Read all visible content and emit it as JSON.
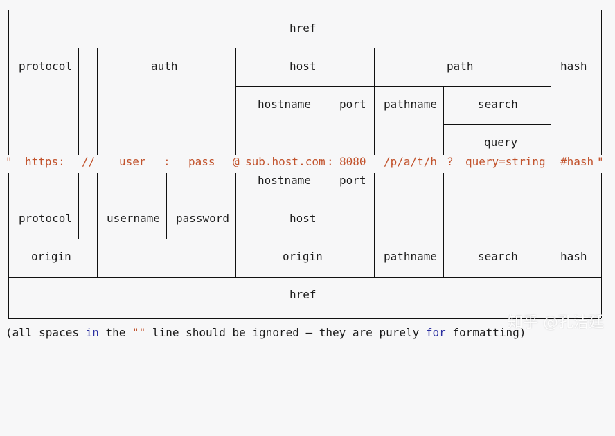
{
  "top": {
    "href": "href",
    "protocol": "protocol",
    "auth": "auth",
    "host": "host",
    "path": "path",
    "hash": "hash",
    "hostname": "hostname",
    "port": "port",
    "pathname": "pathname",
    "search": "search",
    "query": "query"
  },
  "url_line": {
    "quote_open": "\"",
    "protocol": "https:",
    "slashes": "//",
    "user": "user",
    "colon": ":",
    "pass": "pass",
    "at": "@",
    "hostname": "sub.host.com",
    "colon2": ":",
    "port": "8080",
    "pathname": "/p/a/t/h",
    "qmark": "?",
    "query": "query=string",
    "hash": "#hash",
    "quote_close": "\""
  },
  "bottom": {
    "hostname": "hostname",
    "port": "port",
    "protocol": "protocol",
    "username": "username",
    "password": "password",
    "host": "host",
    "origin_left": "origin",
    "origin_mid": "origin",
    "pathname": "pathname",
    "search": "search",
    "hash": "hash",
    "href": "href"
  },
  "footnote": {
    "part1": "(all spaces ",
    "word_in": "in",
    "part2": " the ",
    "quotes": "\"\"",
    "part3": " line should be ignored — they are purely ",
    "word_for": "for",
    "part4": " formatting)"
  },
  "watermark": "知乎 @孔洁廷"
}
